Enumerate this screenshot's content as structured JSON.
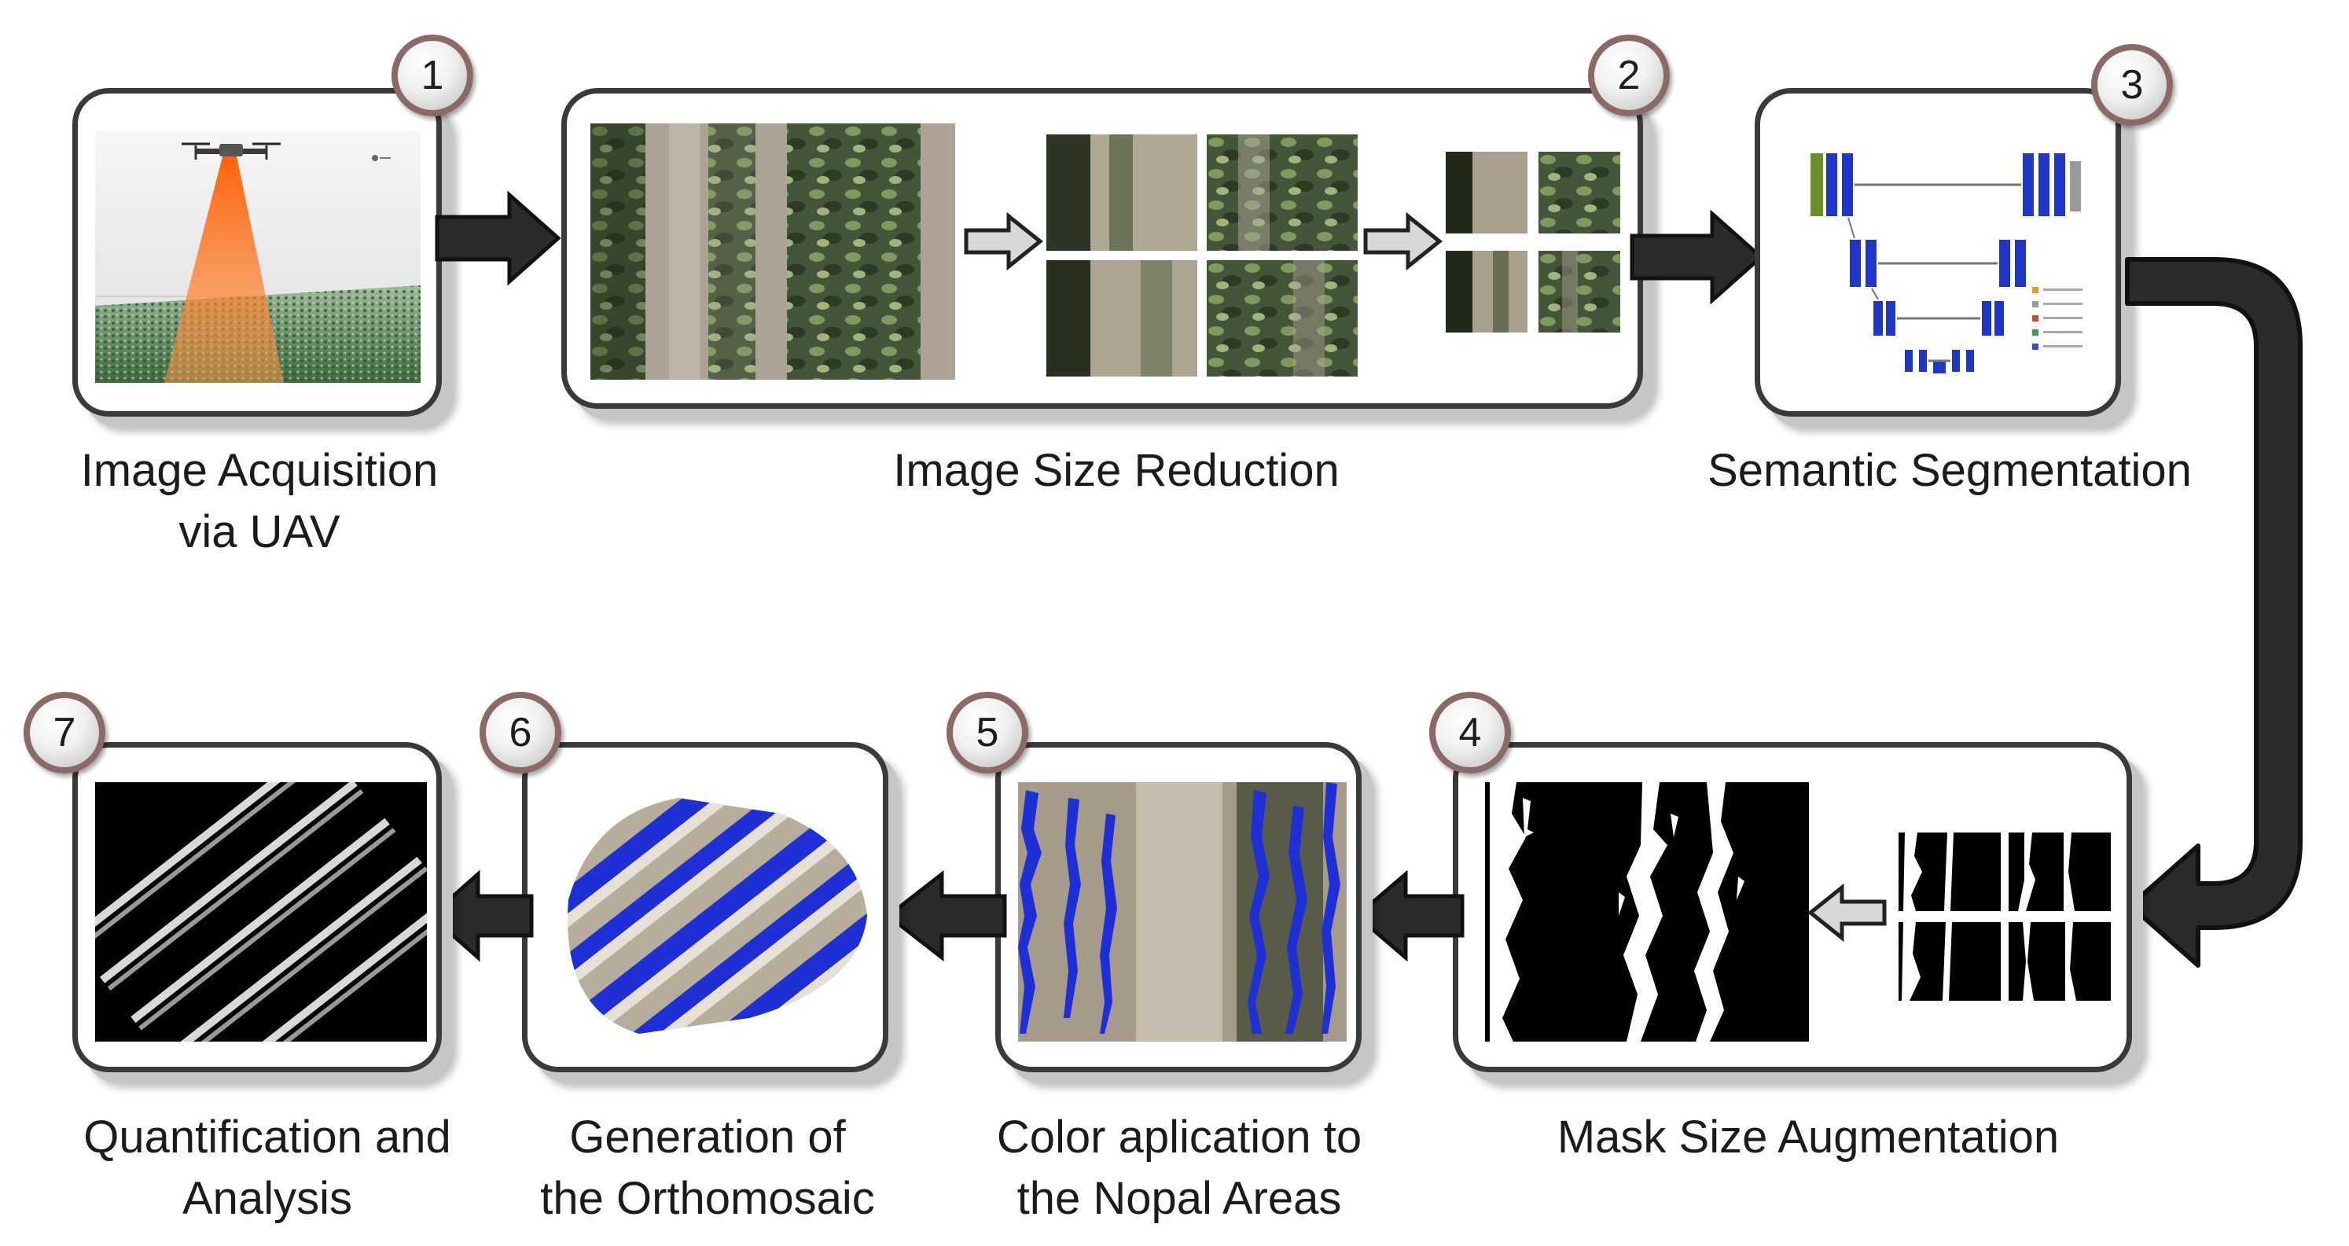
{
  "steps": [
    {
      "number": "1",
      "caption_line1": "Image Acquisition",
      "caption_line2": "via UAV"
    },
    {
      "number": "2",
      "caption_line1": "Image Size Reduction",
      "caption_line2": ""
    },
    {
      "number": "3",
      "caption_line1": "Semantic Segmentation",
      "caption_line2": ""
    },
    {
      "number": "4",
      "caption_line1": "Mask Size Augmentation",
      "caption_line2": ""
    },
    {
      "number": "5",
      "caption_line1": "Color aplication to",
      "caption_line2": "the Nopal Areas"
    },
    {
      "number": "6",
      "caption_line1": "Generation of",
      "caption_line2": "the Orthomosaic"
    },
    {
      "number": "7",
      "caption_line1": "Quantification and",
      "caption_line2": "Analysis"
    }
  ],
  "colors": {
    "panel_border": "#3a3a3a",
    "big_arrow": "#2b2b2b",
    "small_arrow": "#d8d8d8",
    "badge_ring": "#8a6a66",
    "nopal_highlight": "#1f2fd6",
    "uav_beam": "#ff7a1a"
  }
}
